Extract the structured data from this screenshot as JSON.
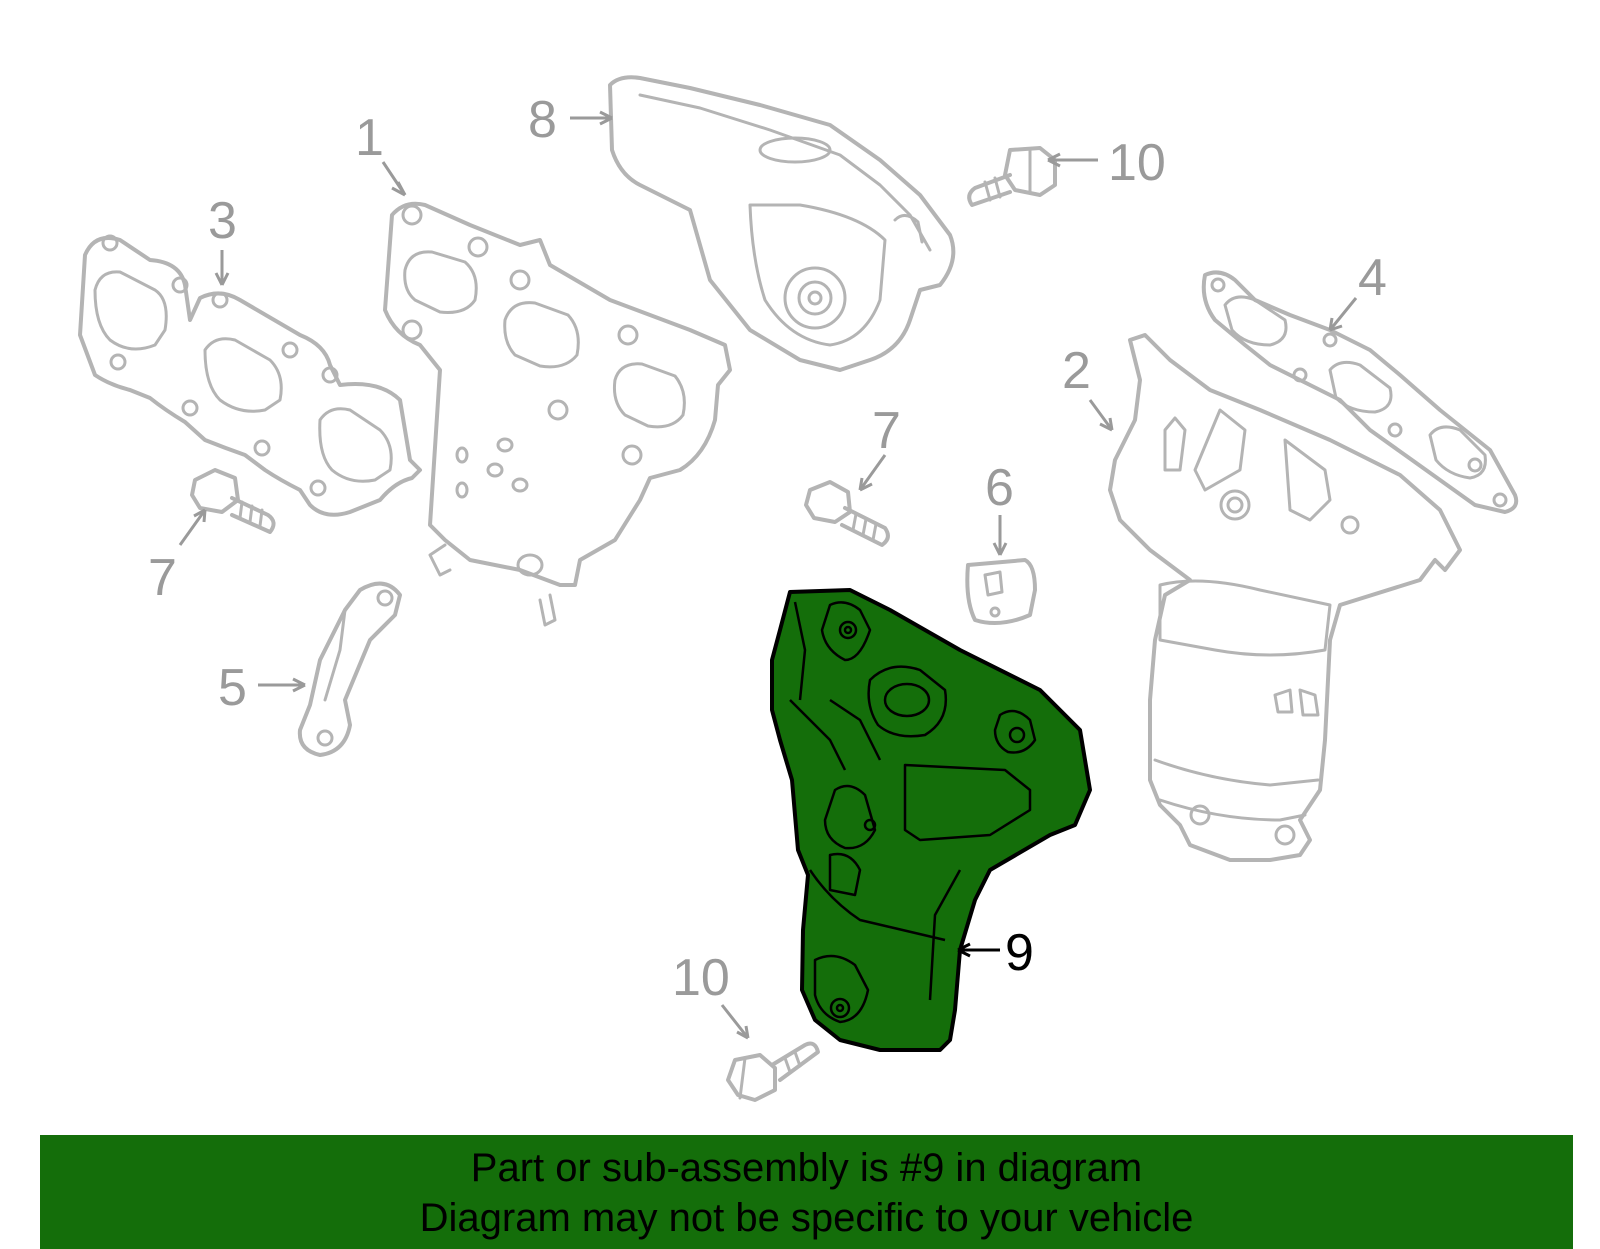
{
  "callouts": {
    "c1": "1",
    "c2": "2",
    "c3": "3",
    "c4": "4",
    "c5": "5",
    "c6": "6",
    "c7a": "7",
    "c7b": "7",
    "c8": "8",
    "c9": "9",
    "c10a": "10",
    "c10b": "10"
  },
  "highlight_part": "9",
  "colors": {
    "highlight_fill": "#146e0a",
    "part_stroke": "#b4b4b4",
    "banner_bg": "#146e0a"
  },
  "banner": {
    "line1": "Part or sub-assembly is #9 in diagram",
    "line2": "Diagram may not be specific to your vehicle"
  }
}
